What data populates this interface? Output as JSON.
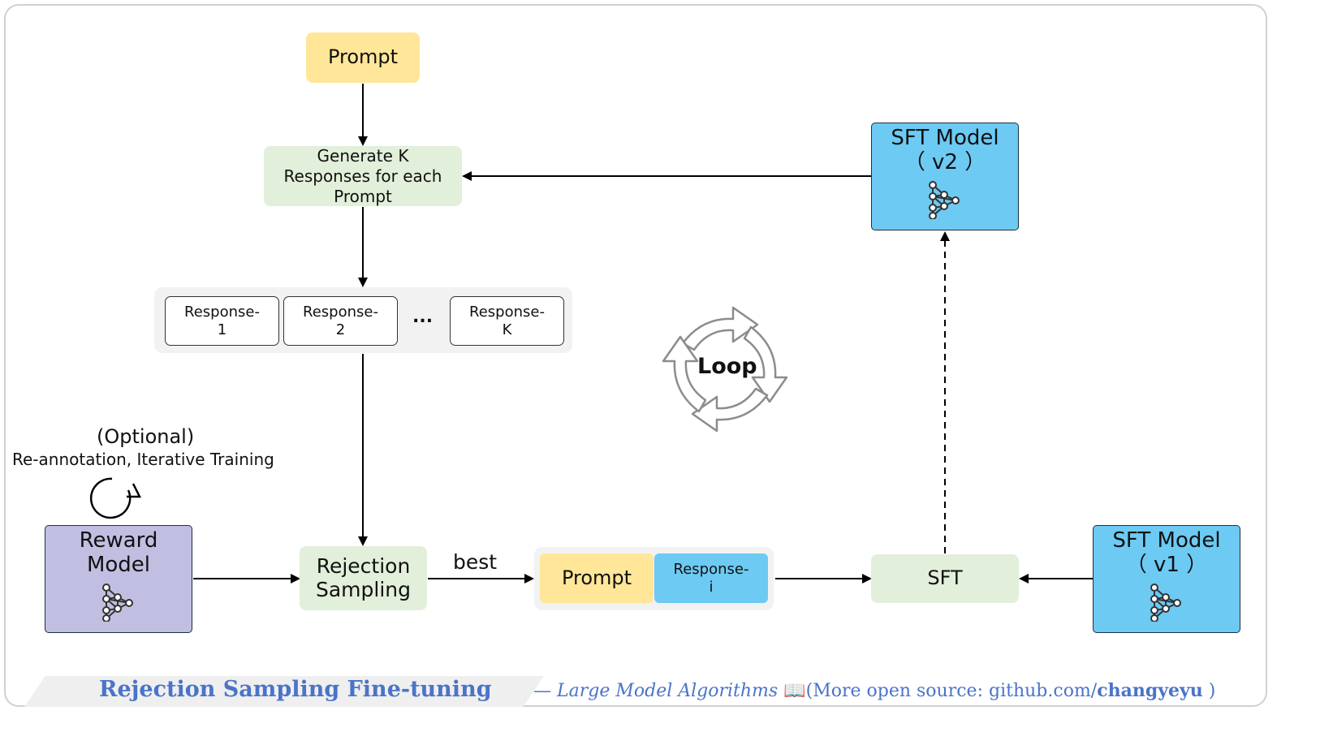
{
  "nodes": {
    "prompt_top": "Prompt",
    "generate": [
      "Generate K",
      "Responses for each",
      "Prompt"
    ],
    "sft_v2": [
      "SFT Model",
      "（ v2 ）"
    ],
    "responses": [
      [
        "Response-",
        "1"
      ],
      [
        "Response-",
        "2"
      ],
      [
        "Response-",
        "K"
      ]
    ],
    "ellipsis": "...",
    "loop": "Loop",
    "optional": "(Optional)",
    "reannotation": "Re-annotation, Iterative Training",
    "reward": [
      "Reward",
      "Model"
    ],
    "rejection": [
      "Rejection",
      "Sampling"
    ],
    "best": "best",
    "pair_prompt": "Prompt",
    "pair_response": [
      "Response-",
      "i"
    ],
    "sft": "SFT",
    "sft_v1": [
      "SFT Model",
      "（ v1 ）"
    ]
  },
  "footer": {
    "title": "Rejection Sampling Fine-tuning",
    "dash": "— ",
    "source_name": "Large Model Algorithms",
    "book_icon": "📖",
    "open_source": "(More open source:   ",
    "github_prefix": "github.com/",
    "github_user": "changyeyu",
    "close": " )"
  },
  "colors": {
    "yellow": "#ffe699",
    "green": "#e2efda",
    "blue": "#6ccaf3",
    "purple": "#c0bfe1",
    "footer_text": "#4a74c8"
  }
}
